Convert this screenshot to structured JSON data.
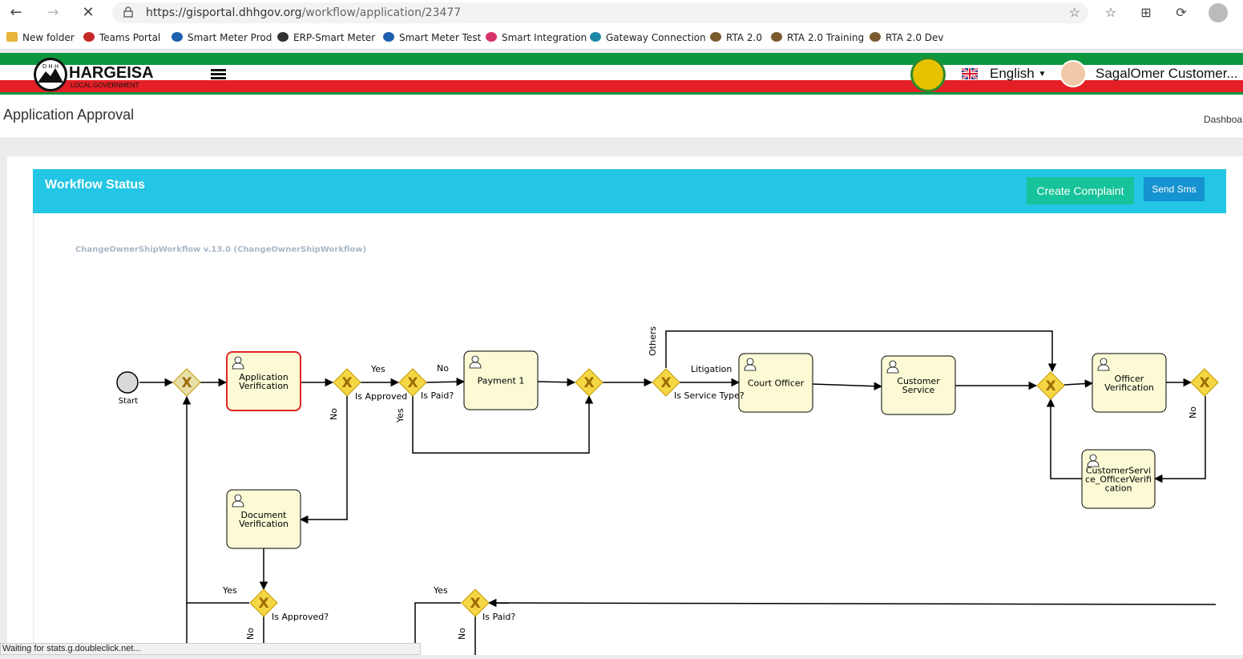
{
  "browser": {
    "url_base": "https://gisportal.dhhgov.org",
    "url_path": "/workflow/application/23477",
    "bookmarks": [
      {
        "label": "New folder",
        "icon": "folder-icon",
        "color": "#e8b53a"
      },
      {
        "label": "Teams Portal",
        "icon": "teams-icon",
        "color": "#c62828"
      },
      {
        "label": "Smart Meter Prod",
        "icon": "drop-icon",
        "color": "#1e5fae"
      },
      {
        "label": "ERP-Smart Meter",
        "icon": "e-icon",
        "color": "#333333"
      },
      {
        "label": "Smart Meter Test",
        "icon": "drop-icon",
        "color": "#1e5fae"
      },
      {
        "label": "Smart Integration",
        "icon": "lotus-icon",
        "color": "#d6336c"
      },
      {
        "label": "Gateway Connection",
        "icon": "gateway-icon",
        "color": "#1e88a8"
      },
      {
        "label": "RTA 2.0",
        "icon": "crest-icon",
        "color": "#7a5b2e"
      },
      {
        "label": "RTA 2.0 Training",
        "icon": "crest-icon",
        "color": "#7a5b2e"
      },
      {
        "label": "RTA 2.0 Dev",
        "icon": "crest-icon",
        "color": "#7a5b2e"
      }
    ],
    "status_text": "Waiting for stats.g.doubleclick.net..."
  },
  "header": {
    "logo_title": "HARGEISA",
    "logo_subtitle": "LOCAL GOVERNMENT",
    "logo_letters": "D H H",
    "language": "English",
    "user_name": "SagalOmer Customer..."
  },
  "page": {
    "title": "Application Approval",
    "breadcrumb": "Dashboa"
  },
  "card": {
    "title": "Workflow Status",
    "create_complaint": "Create Complaint",
    "send_sms": "Send Sms"
  },
  "workflow": {
    "caption": "ChangeOwnerShipWorkflow v.13.0 (ChangeOwnerShipWorkflow)",
    "start_label": "Start",
    "tasks": {
      "app_verification": [
        "Application",
        "Verification"
      ],
      "payment1": [
        "Payment 1"
      ],
      "court_officer": [
        "Court Officer"
      ],
      "customer_service": [
        "Customer",
        "Service"
      ],
      "officer_verification": [
        "Officer",
        "Verification"
      ],
      "cs_officer_verification": [
        "CustomerServi",
        "ce_OfficerVerifi",
        "cation"
      ],
      "document_verification": [
        "Document",
        "Verification"
      ]
    },
    "gateway_labels": {
      "is_approved": "Is Approved",
      "is_paid": "Is Paid?",
      "is_service_type": "Is Service Type?",
      "is_approved_2": "Is Approved?",
      "is_paid_2": "Is Paid?"
    },
    "flow_labels": {
      "yes": "Yes",
      "no": "No",
      "litigation": "Litigation",
      "others": "Others"
    },
    "gateway_marker": "X",
    "colors": {
      "task_fill": "#fbfad5",
      "active_border": "#e02424",
      "gateway_fill": "#f5d645",
      "gateway_mark": "#9b6a00",
      "caption": "#a9b7c6"
    }
  }
}
